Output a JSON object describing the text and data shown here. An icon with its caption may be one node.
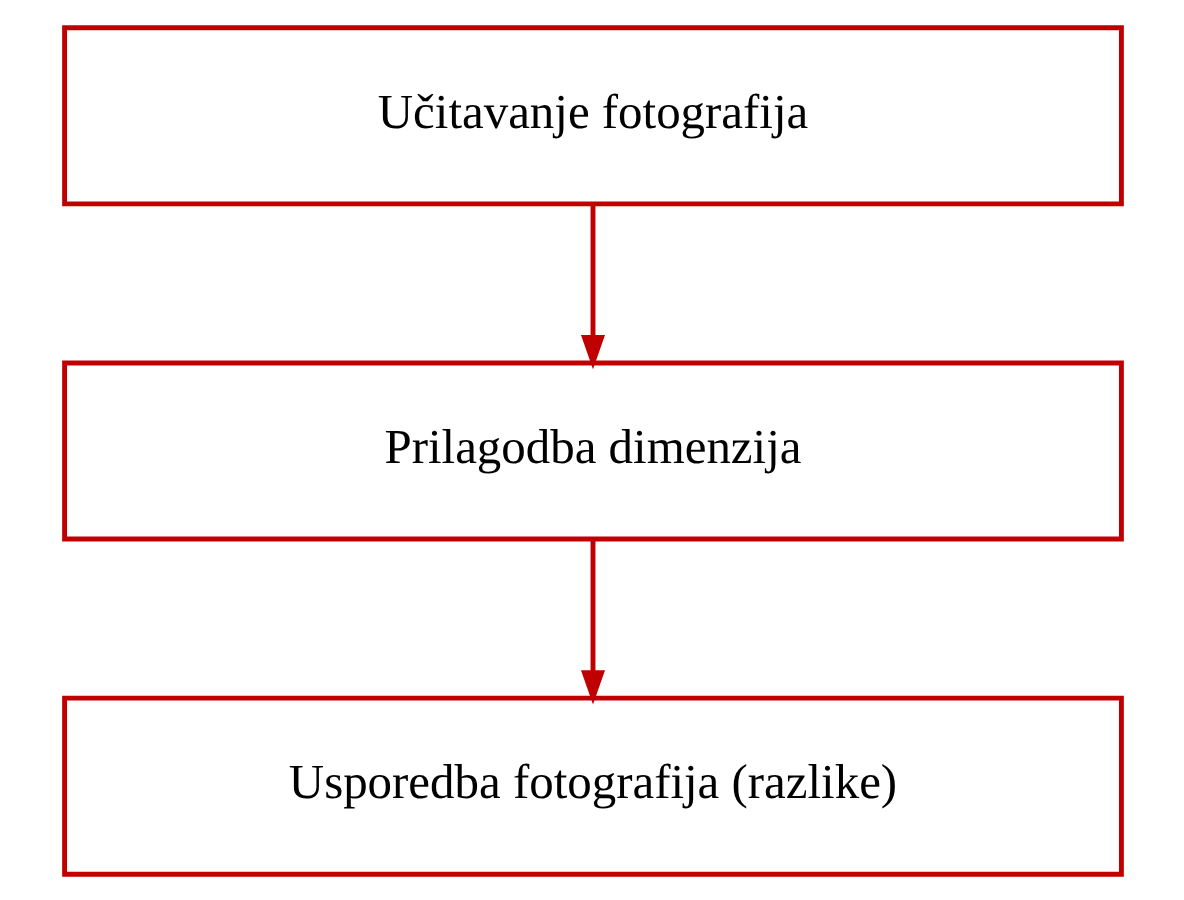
{
  "diagram": {
    "nodes": [
      {
        "text": [
          "Učitavanje fotografija"
        ]
      },
      {
        "text": [
          "Prilagodba dimenzija"
        ]
      },
      {
        "text": [
          "Usporedba fotografija (razlike)"
        ]
      }
    ],
    "edges": [
      {
        "from": 0,
        "to": 1,
        "arrow": "to"
      },
      {
        "from": 1,
        "to": 2,
        "arrow": "to"
      }
    ]
  }
}
